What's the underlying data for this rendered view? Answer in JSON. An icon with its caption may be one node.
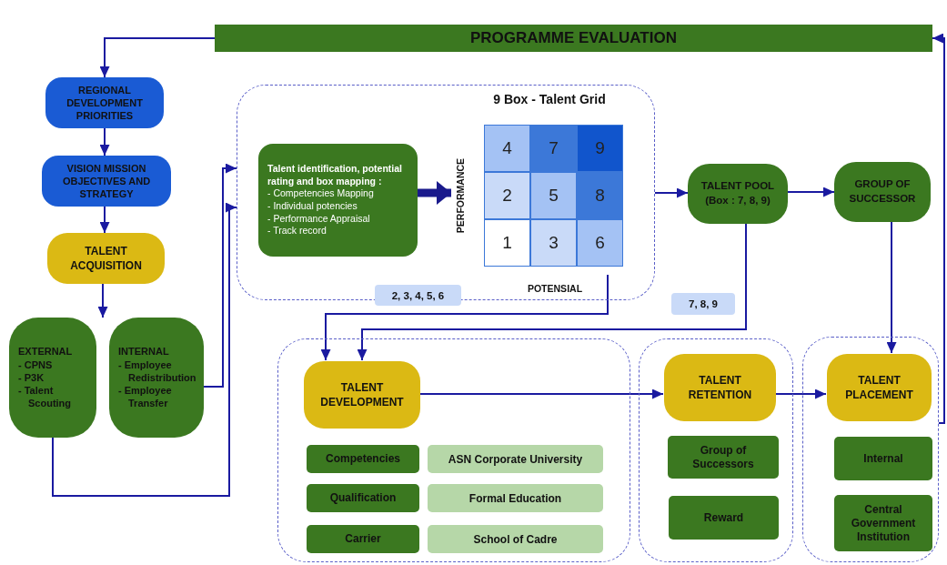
{
  "diagram": {
    "nodes": [
      {
        "text": [
          "PROGRAMME EVALUATION"
        ]
      },
      {
        "text": [
          "REGIONAL DEVELOPMENT PRIORITIES"
        ]
      },
      {
        "text": [
          "VISION MISSION OBJECTIVES AND STRATEGY"
        ]
      },
      {
        "text": [
          "TALENT ACQUISITION"
        ]
      },
      {
        "text": [
          "EXTERNAL",
          "- CPNS",
          "- P3K",
          "- Talent Scouting"
        ]
      },
      {
        "text": [
          "INTERNAL",
          "- Employee Redistribution",
          "- Employee Transfer"
        ]
      },
      {
        "text": [],
        "shape": "box"
      },
      {
        "text": [
          "Talent identification, potential rating and box mapping :",
          "- Competencies Mapping",
          "- Individual potencies",
          "- Performance Appraisal",
          "- Track record"
        ],
        "in": 6
      },
      {
        "text": [
          "9 Box - Talent Grid"
        ],
        "in": 6
      },
      {
        "text": [
          "4"
        ],
        "in": 8
      },
      {
        "text": [
          "7"
        ],
        "in": 8
      },
      {
        "text": [
          "9"
        ],
        "in": 8
      },
      {
        "text": [
          "2"
        ],
        "in": 8
      },
      {
        "text": [
          "5"
        ],
        "in": 8
      },
      {
        "text": [
          "8"
        ],
        "in": 8
      },
      {
        "text": [
          "1"
        ],
        "in": 8
      },
      {
        "text": [
          "3"
        ],
        "in": 8
      },
      {
        "text": [
          "6"
        ],
        "in": 8
      },
      {
        "text": [
          "TALENT POOL",
          "(Box : 7, 8, 9)"
        ]
      },
      {
        "text": [
          "GROUP OF SUCCESSOR"
        ]
      },
      {
        "text": [],
        "shape": "box"
      },
      {
        "text": [
          "TALENT DEVELOPMENT"
        ],
        "in": 20
      },
      {
        "text": [
          "Competencies"
        ],
        "in": 20
      },
      {
        "text": [
          "ASN Corporate University"
        ],
        "in": 20
      },
      {
        "text": [
          "Qualification"
        ],
        "in": 20
      },
      {
        "text": [
          "Formal Education"
        ],
        "in": 20
      },
      {
        "text": [
          "Carrier"
        ],
        "in": 20
      },
      {
        "text": [
          "School of Cadre"
        ],
        "in": 20
      },
      {
        "text": [],
        "shape": "box"
      },
      {
        "text": [
          "TALENT RETENTION"
        ],
        "in": 28
      },
      {
        "text": [
          "Group of Successors"
        ],
        "in": 28
      },
      {
        "text": [
          "Reward"
        ],
        "in": 28
      },
      {
        "text": [],
        "shape": "box"
      },
      {
        "text": [
          "TALENT PLACEMENT"
        ],
        "in": 32
      },
      {
        "text": [
          "Internal"
        ],
        "in": 32
      },
      {
        "text": [
          "Central Government Institution"
        ],
        "in": 32
      }
    ],
    "edges": [
      {
        "from": 0,
        "to": 1,
        "arrow": "to"
      },
      {
        "from": 1,
        "to": 2,
        "arrow": "to"
      },
      {
        "from": 2,
        "to": 3,
        "arrow": "to"
      },
      {
        "from": 3,
        "to": 4,
        "arrow": "to"
      },
      {
        "from": 4,
        "to": 6,
        "arrow": "to"
      },
      {
        "from": 5,
        "to": 6,
        "arrow": "to"
      },
      {
        "from": 7,
        "to": 8,
        "arrow": "to",
        "style": "thick"
      },
      {
        "from": 6,
        "to": 18,
        "arrow": "to"
      },
      {
        "from": 18,
        "to": 19,
        "arrow": "to"
      },
      {
        "from": 8,
        "to": 21,
        "arrow": "to",
        "label": "2, 3, 4, 5, 6"
      },
      {
        "from": 18,
        "to": 21,
        "arrow": "to",
        "label": "7, 8, 9"
      },
      {
        "from": 19,
        "to": 33,
        "arrow": "to"
      },
      {
        "from": 21,
        "to": 29,
        "arrow": "to"
      },
      {
        "from": 29,
        "to": 33,
        "arrow": "to"
      },
      {
        "from": 32,
        "to": 0,
        "arrow": "to"
      }
    ],
    "labels": [
      "PERFORMANCE",
      "POTENSIAL"
    ]
  }
}
